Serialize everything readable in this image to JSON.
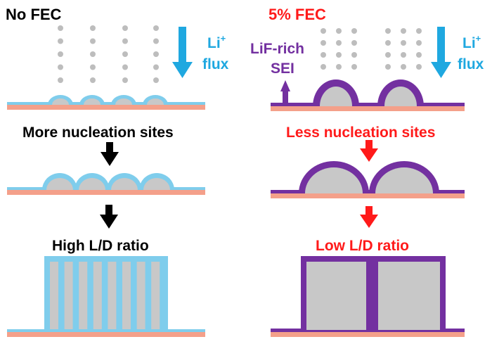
{
  "left_panel": {
    "title": "No FEC",
    "flux_label": "Li",
    "flux_superscript": "+",
    "flux_word": "flux",
    "step1_label": "More nucleation sites",
    "step2_label": "High L/D ratio"
  },
  "right_panel": {
    "title": "5% FEC",
    "sei_label_line1": "LiF-rich",
    "sei_label_line2": "SEI",
    "flux_label": "Li",
    "flux_superscript": "+",
    "flux_word": "flux",
    "step1_label": "Less nucleation sites",
    "step2_label": "Low L/D ratio"
  },
  "colors": {
    "substrate": "#f4a08a",
    "sei_left": "#7fcdec",
    "sei_right": "#7330a0",
    "lithium": "#c8c8c8",
    "arrow_blue": "#1fa8e0",
    "arrow_black": "#000000",
    "text_red": "#ff1a1a",
    "text_purple": "#7330a0",
    "text_blue": "#1fa8e0",
    "ion": "#bdbdbd"
  }
}
